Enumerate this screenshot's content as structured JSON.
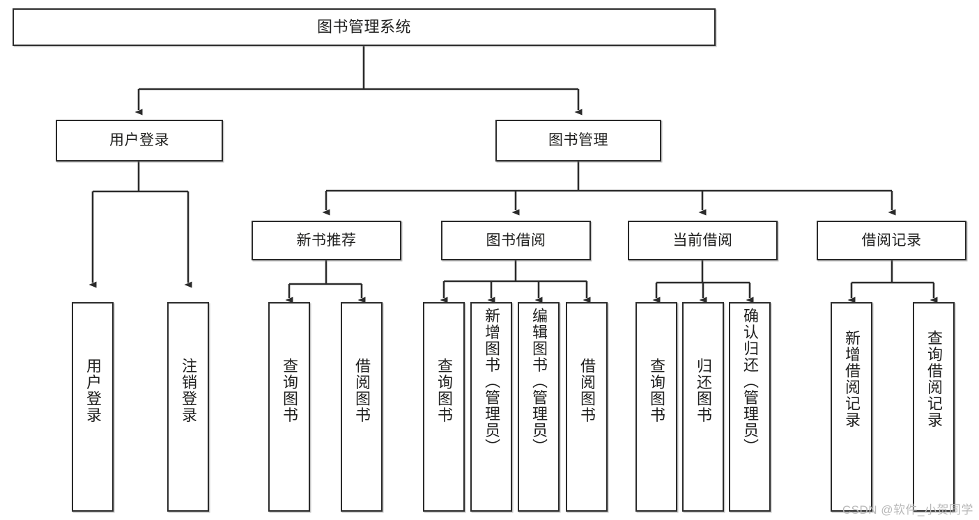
{
  "diagram": {
    "title": "图书管理系统",
    "type": "tree-hierarchy-chart",
    "watermark": "CSDN @软件_小贺同学",
    "colors": {
      "stroke": "#2b2b2b",
      "fill": "#ffffff",
      "text": "#20201f",
      "watermark": "#b9b9b9"
    },
    "nodes": {
      "root": {
        "label": "图书管理系统"
      },
      "level1": [
        {
          "id": "user-login",
          "label": "用户登录"
        },
        {
          "id": "book-manage",
          "label": "图书管理"
        }
      ],
      "level2": [
        {
          "id": "new-book-recommend",
          "label": "新书推荐"
        },
        {
          "id": "book-borrow",
          "label": "图书借阅"
        },
        {
          "id": "current-borrow",
          "label": "当前借阅"
        },
        {
          "id": "borrow-record",
          "label": "借阅记录"
        }
      ],
      "leaves": {
        "user-login": [
          {
            "id": "leaf-user-login",
            "label": "用户登录"
          },
          {
            "id": "leaf-logout-login",
            "label": "注销登录"
          }
        ],
        "new-book-recommend": [
          {
            "id": "leaf-query-book-1",
            "label": "查询图书"
          },
          {
            "id": "leaf-borrow-book-1",
            "label": "借阅图书"
          }
        ],
        "book-borrow": [
          {
            "id": "leaf-query-book-2",
            "label": "查询图书"
          },
          {
            "id": "leaf-add-book",
            "label": "新增图书（管理员）"
          },
          {
            "id": "leaf-edit-book",
            "label": "编辑图书（管理员）"
          },
          {
            "id": "leaf-borrow-book-2",
            "label": "借阅图书"
          }
        ],
        "current-borrow": [
          {
            "id": "leaf-query-book-3",
            "label": "查询图书"
          },
          {
            "id": "leaf-return-book",
            "label": "归还图书"
          },
          {
            "id": "leaf-confirm-return",
            "label": "确认归还（管理员）"
          }
        ],
        "borrow-record": [
          {
            "id": "leaf-add-record",
            "label": "新增借阅记录"
          },
          {
            "id": "leaf-query-record",
            "label": "查询借阅记录"
          }
        ]
      }
    }
  }
}
